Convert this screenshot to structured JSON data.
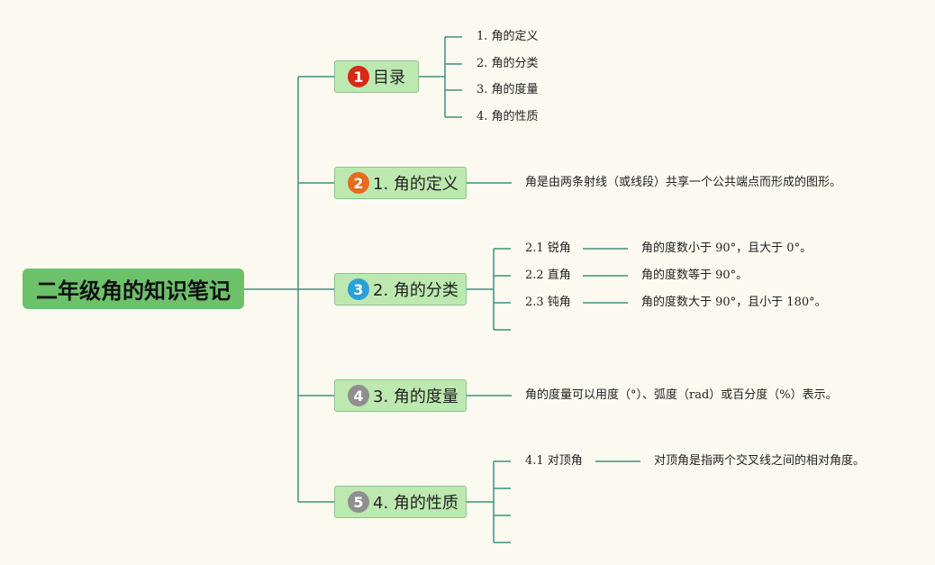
{
  "root": {
    "title": "二年级角的知识笔记"
  },
  "topics": [
    {
      "badge": "1",
      "badge_color": "#d62a16",
      "label": "目录",
      "children": [
        "1. 角的定义",
        "2. 角的分类",
        "3. 角的度量",
        "4. 角的性质"
      ]
    },
    {
      "badge": "2",
      "badge_color": "#e86a1c",
      "label": "1. 角的定义",
      "desc": "角是由两条射线（或线段）共享一个公共端点而形成的图形。"
    },
    {
      "badge": "3",
      "badge_color": "#2aa0dc",
      "label": "2. 角的分类",
      "children": [
        {
          "label": "2.1 锐角",
          "desc": "角的度数小于 90°，且大于 0°。"
        },
        {
          "label": "2.2 直角",
          "desc": "角的度数等于 90°。"
        },
        {
          "label": "2.3 钝角",
          "desc": "角的度数大于 90°，且小于 180°。"
        }
      ]
    },
    {
      "badge": "4",
      "badge_color": "#8f8f8f",
      "label": "3. 角的度量",
      "desc": "角的度量可以用度（°）、弧度（rad）或百分度（%）表示。"
    },
    {
      "badge": "5",
      "badge_color": "#8f8f8f",
      "label": "4. 角的性质",
      "children": [
        {
          "label": "4.1 对顶角",
          "desc": "对顶角是指两个交叉线之间的相对角度。"
        }
      ]
    }
  ]
}
